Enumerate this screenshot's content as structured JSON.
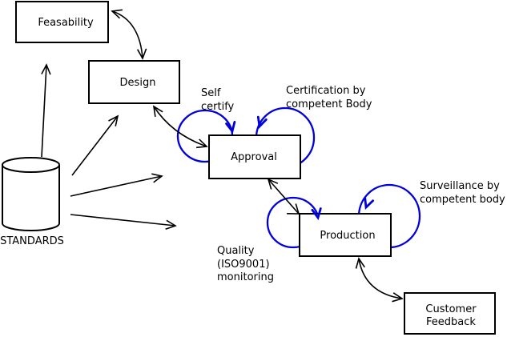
{
  "nodes": {
    "feasability": {
      "label": "Feasability"
    },
    "design": {
      "label": "Design"
    },
    "approval": {
      "label": "Approval"
    },
    "production": {
      "label": "Production"
    },
    "customer_feedback": {
      "line1": "Customer",
      "line2": "Feedback"
    },
    "standards": {
      "label": "STANDARDS"
    }
  },
  "annotations": {
    "self_certify": {
      "line1": "Self",
      "line2": "certify"
    },
    "certification": {
      "line1": "Certification by",
      "line2": "competent Body"
    },
    "surveillance": {
      "line1": "Surveillance by",
      "line2": "competent body"
    },
    "quality_monitoring": {
      "line1": "Quality",
      "line2": "(ISO9001)",
      "line3": "monitoring"
    }
  },
  "colors": {
    "line_black": "#000000",
    "annotation_blue": "#2222bb",
    "loop_blue": "#0000dd",
    "background": "#ffffff"
  }
}
